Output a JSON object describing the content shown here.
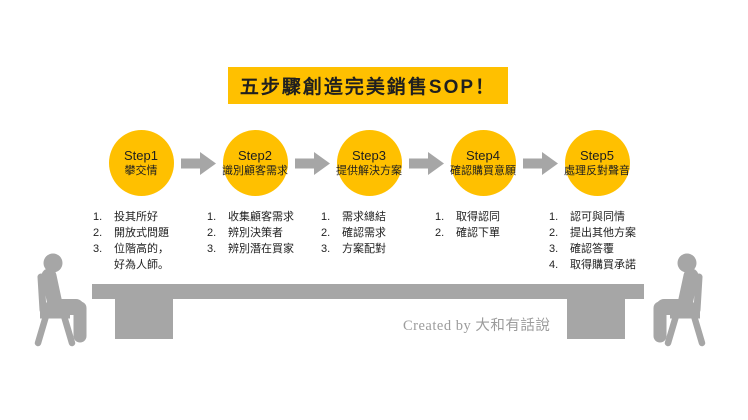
{
  "title": {
    "text": "五步驟創造完美銷售SOP！"
  },
  "steps": [
    {
      "name": "Step1",
      "label": "攀交情",
      "items": [
        "投其所好",
        "開放式問題",
        "位階高的，\n好為人師。"
      ]
    },
    {
      "name": "Step2",
      "label": "識別顧客需求",
      "items": [
        "收集顧客需求",
        "辨別決策者",
        "辨別潛在買家"
      ]
    },
    {
      "name": "Step3",
      "label": "提供解決方案",
      "items": [
        "需求總結",
        "確認需求",
        "方案配對"
      ]
    },
    {
      "name": "Step4",
      "label": "確認購買意願",
      "items": [
        "取得認同",
        "確認下單"
      ]
    },
    {
      "name": "Step5",
      "label": "處理反對聲音",
      "items": [
        "認可與同情",
        "提出其他方案",
        "確認答覆",
        "取得購買承諾"
      ]
    }
  ],
  "footer": {
    "credit": "Created by 大和有話說"
  },
  "colors": {
    "accent_yellow": "#FFC000",
    "silhouette_gray": "#A6A6A6",
    "text_black": "#1F1F1F",
    "credit_gray": "#9C9C9C"
  },
  "icons": {
    "arrow": "block-arrow-right-icon",
    "left_figure": "person-sitting-on-chair-icon",
    "right_figure": "person-sitting-on-chair-icon",
    "table": "meeting-table-shape"
  }
}
